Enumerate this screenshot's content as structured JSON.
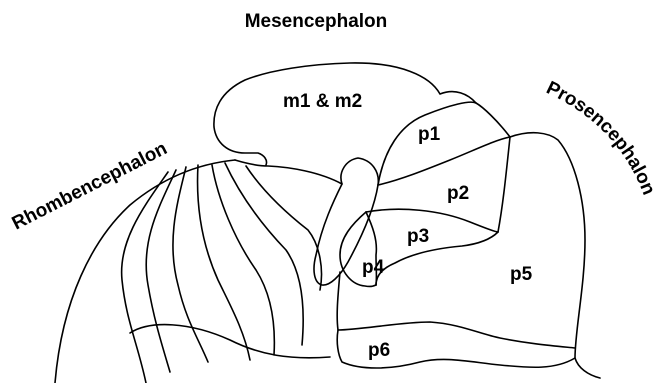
{
  "labels": {
    "top": "Mesencephalon",
    "left": "Rhombencephalon",
    "right": "Prosencephalon"
  },
  "regions": {
    "m": "m1 & m2",
    "p1": "p1",
    "p2": "p2",
    "p3": "p3",
    "p4": "p4",
    "p5": "p5",
    "p6": "p6"
  }
}
